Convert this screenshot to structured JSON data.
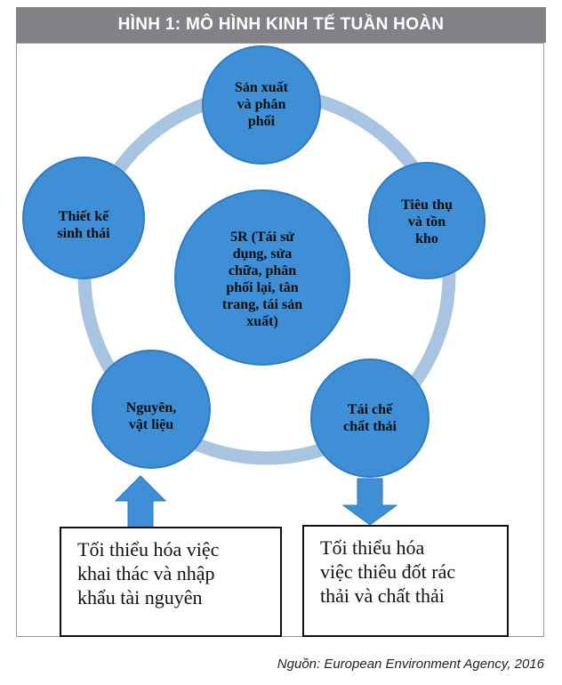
{
  "title": "HÌNH 1: MÔ HÌNH KINH TẾ TUẦN HOÀN",
  "nodes": {
    "center": "5R (Tái sử\ndụng, sửa\nchữa, phân\nphối lại, tân\ntrang, tái sản\nxuất)",
    "production": "Sản xuất\nvà phân\nphối",
    "consumption": "Tiêu thụ\nvà tồn\nkho",
    "recycling": "Tái chế\nchất thải",
    "materials": "Nguyên,\nvật liệu",
    "ecodesign": "Thiết kế\nsinh thái"
  },
  "boxes": {
    "left": "Tối thiểu hóa việc\nkhai thác và nhập\nkhẩu tài nguyên",
    "right": "Tối thiểu hóa\nviệc thiêu đốt rác\nthải và chất thải"
  },
  "source": "Nguồn: European Environment Agency, 2016",
  "colors": {
    "circle": "#3e8fd6",
    "circle_border": "#2f7cc2",
    "ring": "#a8c4e0",
    "arrow": "#3e8fd6",
    "header_bg": "#808285"
  }
}
